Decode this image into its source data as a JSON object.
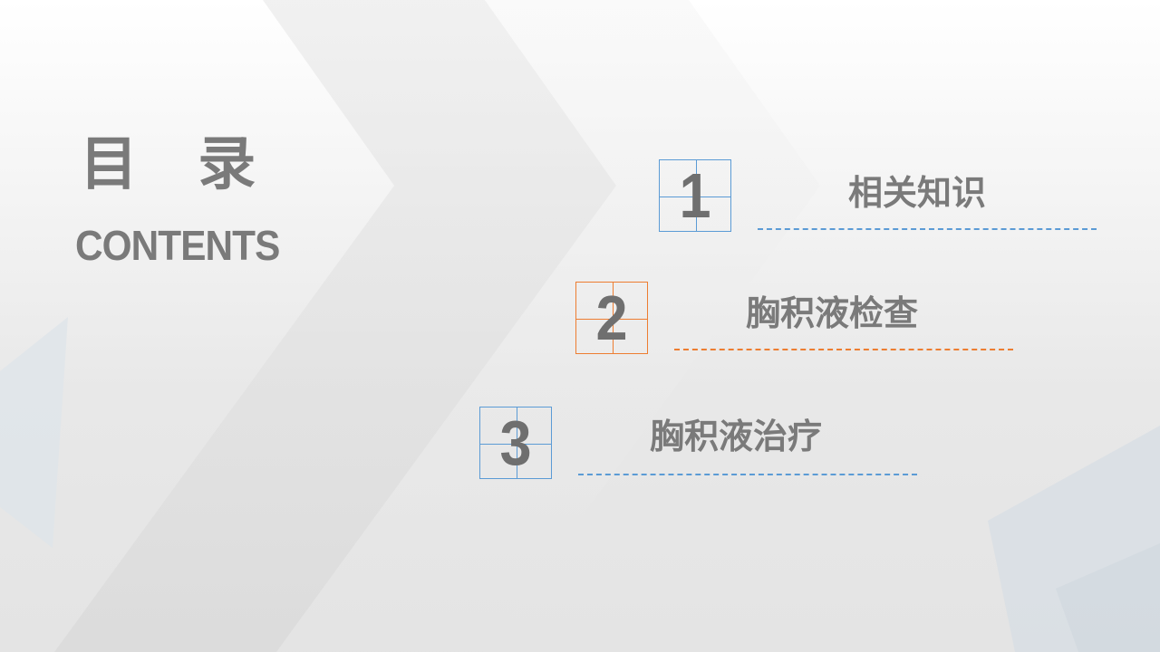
{
  "colors": {
    "accent_blue": "#5b9bd5",
    "accent_orange": "#ed7d31",
    "text_gray": "#7a7a7a"
  },
  "header": {
    "title": "目 录",
    "subtitle": "CONTENTS"
  },
  "items": [
    {
      "number": "1",
      "label": "相关知识",
      "color": "#5b9bd5"
    },
    {
      "number": "2",
      "label": "胸积液检查",
      "color": "#ed7d31"
    },
    {
      "number": "3",
      "label": "胸积液治疗",
      "color": "#5b9bd5"
    }
  ]
}
